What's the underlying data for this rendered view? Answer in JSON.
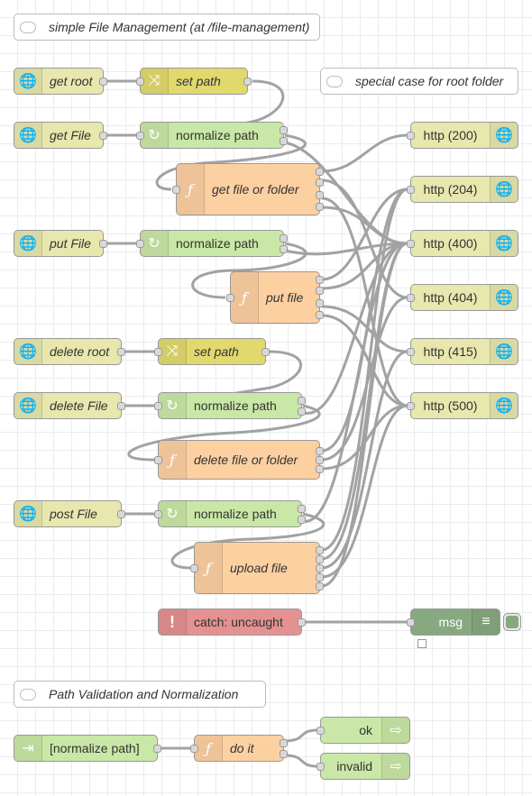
{
  "comments": {
    "file_management": "simple File Management (at /file-management)",
    "special_case": "special case for root folder",
    "path_validation": "Path Validation and Normalization"
  },
  "nodes": {
    "get_root": "get root",
    "set_path_1": "set path",
    "get_file": "get File",
    "normalize_1": "normalize path",
    "get_file_or_folder": "get file or folder",
    "put_file_in": "put File",
    "normalize_2": "normalize path",
    "put_file_fn": "put file",
    "delete_root": "delete root",
    "set_path_2": "set path",
    "delete_file": "delete File",
    "normalize_3": "normalize path",
    "delete_file_or_folder": "delete file or folder",
    "post_file": "post File",
    "normalize_4": "normalize path",
    "upload_file": "upload file",
    "catch": "catch: uncaught",
    "msg": "msg",
    "subflow_in": "[normalize path]",
    "do_it": "do it",
    "ok": "ok",
    "invalid": "invalid"
  },
  "http_responses": {
    "r200": "http (200)",
    "r204": "http (204)",
    "r400": "http (400)",
    "r404": "http (404)",
    "r415": "http (415)",
    "r500": "http (500)"
  },
  "colors": {
    "http": "#e7e7ae",
    "change": "#e2d96e",
    "subflow": "#c9e7a6",
    "function": "#fdd0a2",
    "catch": "#e49191",
    "debug": "#87a980",
    "wire": "#999999"
  },
  "icons": {
    "http_in": "globe-icon",
    "http_response": "globe-icon",
    "change": "shuffle-icon",
    "subflow": "refresh-icon",
    "function": "function-icon",
    "comment": "speech-bubble-icon",
    "catch": "exclamation-icon",
    "debug": "list-icon",
    "subflow_input": "arrow-in-icon",
    "subflow_output": "arrow-out-icon"
  }
}
